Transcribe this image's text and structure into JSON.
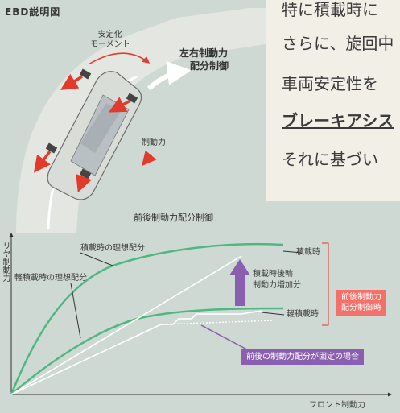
{
  "figure": {
    "title": "EBD説明図",
    "labels": {
      "stability_moment": [
        "安定化",
        "モーメント"
      ],
      "lr_distribution": [
        "左右制動力",
        "配分制御"
      ],
      "braking_force": "制動力",
      "fr_distribution_title": "前後制動力配分制御"
    }
  },
  "text_column": {
    "lines": [
      "特に積載時に",
      "さらに、旋回中",
      "車両安定性を",
      "ブレーキアシス",
      "それに基づい"
    ]
  },
  "chart": {
    "y_axis_label": "リヤ制動力",
    "x_axis_label": "フロント制動力",
    "curve_loaded": "積載時の理想配分",
    "curve_light": "軽積載時の理想配分",
    "line_loaded": "積載時",
    "line_light": "軽積載時",
    "increase": [
      "積載時後輪",
      "制動力増加分"
    ],
    "fr_control": [
      "前後制動力",
      "配分制御時"
    ],
    "fixed": "前後の制動力配分が固定の場合"
  },
  "colors": {
    "background": "#cfd9d3",
    "road": "#e6e8e3",
    "ideal_curve": "#4fb882",
    "arrow_red": "#e23b2c",
    "purple": "#8a5fb0",
    "salmon": "#f4716a"
  }
}
